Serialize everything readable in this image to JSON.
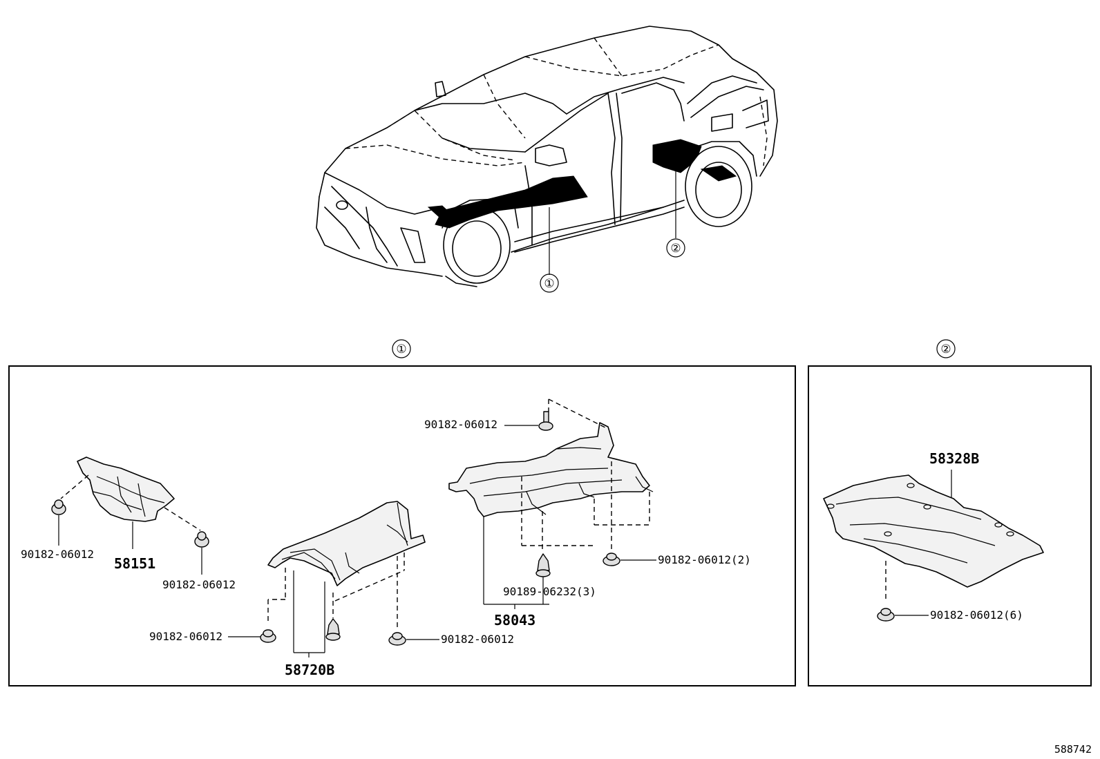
{
  "callouts": {
    "one": "①",
    "two": "②"
  },
  "parts": {
    "p58151": "58151",
    "p58720B": "58720B",
    "p58043": "58043",
    "p58328B": "58328B"
  },
  "fasteners": {
    "f_left_a": "90182-06012",
    "f_left_b": "90182-06012",
    "f_mid_a": "90182-06012",
    "f_mid_b": "90182-06012",
    "f_top": "90182-06012",
    "f_right_2": "90182-06012(2)",
    "f_clip_3": "90189-06232(3)",
    "f_box2_6": "90182-06012(6)"
  },
  "diagram_ref": "588742"
}
